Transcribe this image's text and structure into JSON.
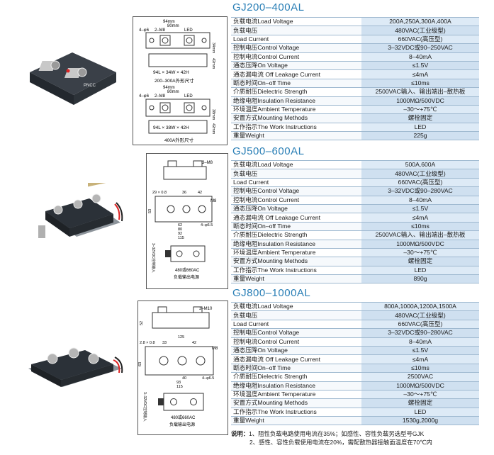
{
  "sections": [
    {
      "title": "GJ200–400AL",
      "drawing": {
        "top": {
          "dims": [
            "94mm",
            "80mm"
          ],
          "labels": [
            "2–M8",
            "LED"
          ],
          "size": "94L × 34W × 42H",
          "caption": "200–300A外形尺寸",
          "side": [
            "34mm",
            "42mm"
          ],
          "hole": "4–φ6"
        },
        "bottom": {
          "dims": [
            "94mm",
            "80mm"
          ],
          "labels": [
            "2–M8",
            "LED"
          ],
          "size": "94L × 38W × 42H",
          "caption": "400A外形尺寸",
          "side": [
            "38mm",
            "42mm"
          ],
          "hole": "4–φ6"
        }
      },
      "rows": [
        [
          "负载电流Load Voltage",
          "200A,250A,300A,400A"
        ],
        [
          "负载电压",
          "480VAC(工业级型)"
        ],
        [
          "Load  Current",
          "660VAC(高压型)"
        ],
        [
          "控制电压Control Voltage",
          "3–32VDC或90–250VAC"
        ],
        [
          "控制电流Control Current",
          "8–40mA"
        ],
        [
          "通态压降On Voltage",
          "≤1.5V"
        ],
        [
          "通态漏电流 Off Leakage Current",
          "≤4mA"
        ],
        [
          "断态时间On–off Time",
          "≤10ms"
        ],
        [
          "介质耐压Dielectric Strength",
          "2500VAC输入、输出端出–散热板"
        ],
        [
          "绝缘电阻Insulation Resistance",
          "1000MΩ/500VDC"
        ],
        [
          "环境温度Ambient Temperature",
          "–30～+75℃"
        ],
        [
          "安置方式Mounting Methods",
          "螺栓固定"
        ],
        [
          "工作指示The Work Instructions",
          "LED"
        ],
        [
          "重量Weight",
          "225g"
        ]
      ]
    },
    {
      "title": "GJ500–600AL",
      "drawing": {
        "dims": [
          "29 × 0.8",
          "36",
          "42",
          "62",
          "80",
          "92",
          "115",
          "53"
        ],
        "labels": [
          "3–M8",
          "M8",
          "4–φ6.5",
          "3–32VDC控制输入",
          "480或660AC",
          "负载输出电源"
        ]
      },
      "rows": [
        [
          "负载电流Load Voltage",
          "500A,600A"
        ],
        [
          "负载电压",
          "480VAC(工业级型)"
        ],
        [
          "Load  Current",
          "660VAC(高压型)"
        ],
        [
          "控制电压Control Voltage",
          "3–32VDC或90–280VAC"
        ],
        [
          "控制电流Control Current",
          "8–40mA"
        ],
        [
          "通态压降On Voltage",
          "≤1.5V"
        ],
        [
          "通态漏电流 Off Leakage Current",
          "≤4mA"
        ],
        [
          "断态时间On–off Time",
          "≤10ms"
        ],
        [
          "介质耐压Dielectric Strength",
          "2500VAC输入、输出端出–散热板"
        ],
        [
          "绝缘电阻Insulation Resistance",
          "1000MΩ/500VDC"
        ],
        [
          "环境温度Ambient Temperature",
          "–30～+75℃"
        ],
        [
          "安置方式Mounting Methods",
          "螺栓固定"
        ],
        [
          "工作指示The Work Instructions",
          "LED"
        ],
        [
          "重量Weight",
          "890g"
        ]
      ]
    },
    {
      "title": "GJ800–1000AL",
      "drawing": {
        "dims": [
          "2.8 × 0.8",
          "125",
          "33",
          "42",
          "40",
          "93",
          "115",
          "63",
          "52"
        ],
        "labels": [
          "3–M10",
          "M8",
          "4–φ6.5",
          "3–32VDC控制输入",
          "480或660AC",
          "负载输出电源"
        ]
      },
      "rows": [
        [
          "负载电流Load Voltage",
          "800A,1000A,1200A,1500A"
        ],
        [
          "负载电压",
          "480VAC(工业级型)"
        ],
        [
          "Load  Current",
          "660VAC(高压型)"
        ],
        [
          "控制电压Control Voltage",
          "3–32VDC或90–280VAC"
        ],
        [
          "控制电流Control Current",
          "8–40mA"
        ],
        [
          "通态压降On Voltage",
          "≤1.5V"
        ],
        [
          "通态漏电流 Off Leakage Current",
          "≤4mA"
        ],
        [
          "断态时间On–off Time",
          "≤10ms"
        ],
        [
          "介质耐压Dielectric Strength",
          "2500VAC"
        ],
        [
          "绝缘电阻Insulation Resistance",
          "1000MΩ/500VDC"
        ],
        [
          "环境温度Ambient Temperature",
          "–30～+75℃"
        ],
        [
          "安置方式Mounting Methods",
          "螺栓固定"
        ],
        [
          "工作指示The Work Instructions",
          "LED"
        ],
        [
          "重量Weight",
          "1530g,2000g"
        ]
      ]
    }
  ],
  "notes": {
    "label": "说明：",
    "line1": "1、阻性负载电路使用电流在35%；如感性、容性负载另选型号GJK",
    "line2": "2、感性、容性负载使用电流在20%，需配散热器接触面温度在70℃内"
  },
  "brand": "PNCC",
  "colors": {
    "title": "#2a7fb6",
    "table_alt": "#ddeaf6",
    "module_body": "#2b3138"
  }
}
